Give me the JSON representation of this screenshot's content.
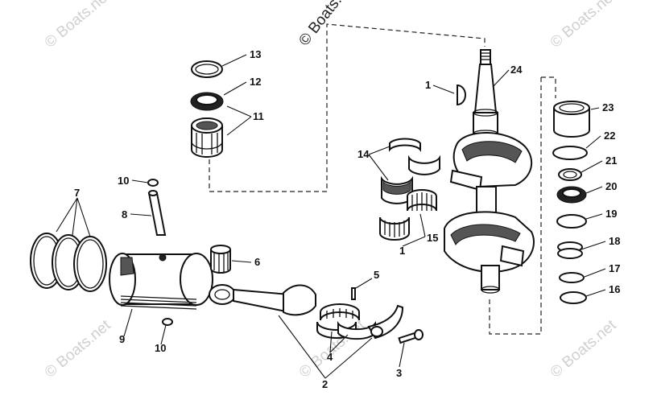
{
  "watermark": "© Boats.net",
  "callouts": [
    {
      "id": "13",
      "label": "13"
    },
    {
      "id": "12",
      "label": "12"
    },
    {
      "id": "11",
      "label": "11"
    },
    {
      "id": "1a",
      "label": "1"
    },
    {
      "id": "24",
      "label": "24"
    },
    {
      "id": "14",
      "label": "14"
    },
    {
      "id": "15",
      "label": "15"
    },
    {
      "id": "1b",
      "label": "1"
    },
    {
      "id": "23",
      "label": "23"
    },
    {
      "id": "22",
      "label": "22"
    },
    {
      "id": "21",
      "label": "21"
    },
    {
      "id": "20",
      "label": "20"
    },
    {
      "id": "19",
      "label": "19"
    },
    {
      "id": "18",
      "label": "18"
    },
    {
      "id": "17",
      "label": "17"
    },
    {
      "id": "16",
      "label": "16"
    },
    {
      "id": "10a",
      "label": "10"
    },
    {
      "id": "7",
      "label": "7"
    },
    {
      "id": "8",
      "label": "8"
    },
    {
      "id": "6",
      "label": "6"
    },
    {
      "id": "5",
      "label": "5"
    },
    {
      "id": "9",
      "label": "9"
    },
    {
      "id": "10b",
      "label": "10"
    },
    {
      "id": "4",
      "label": "4"
    },
    {
      "id": "3",
      "label": "3"
    },
    {
      "id": "2",
      "label": "2"
    }
  ]
}
